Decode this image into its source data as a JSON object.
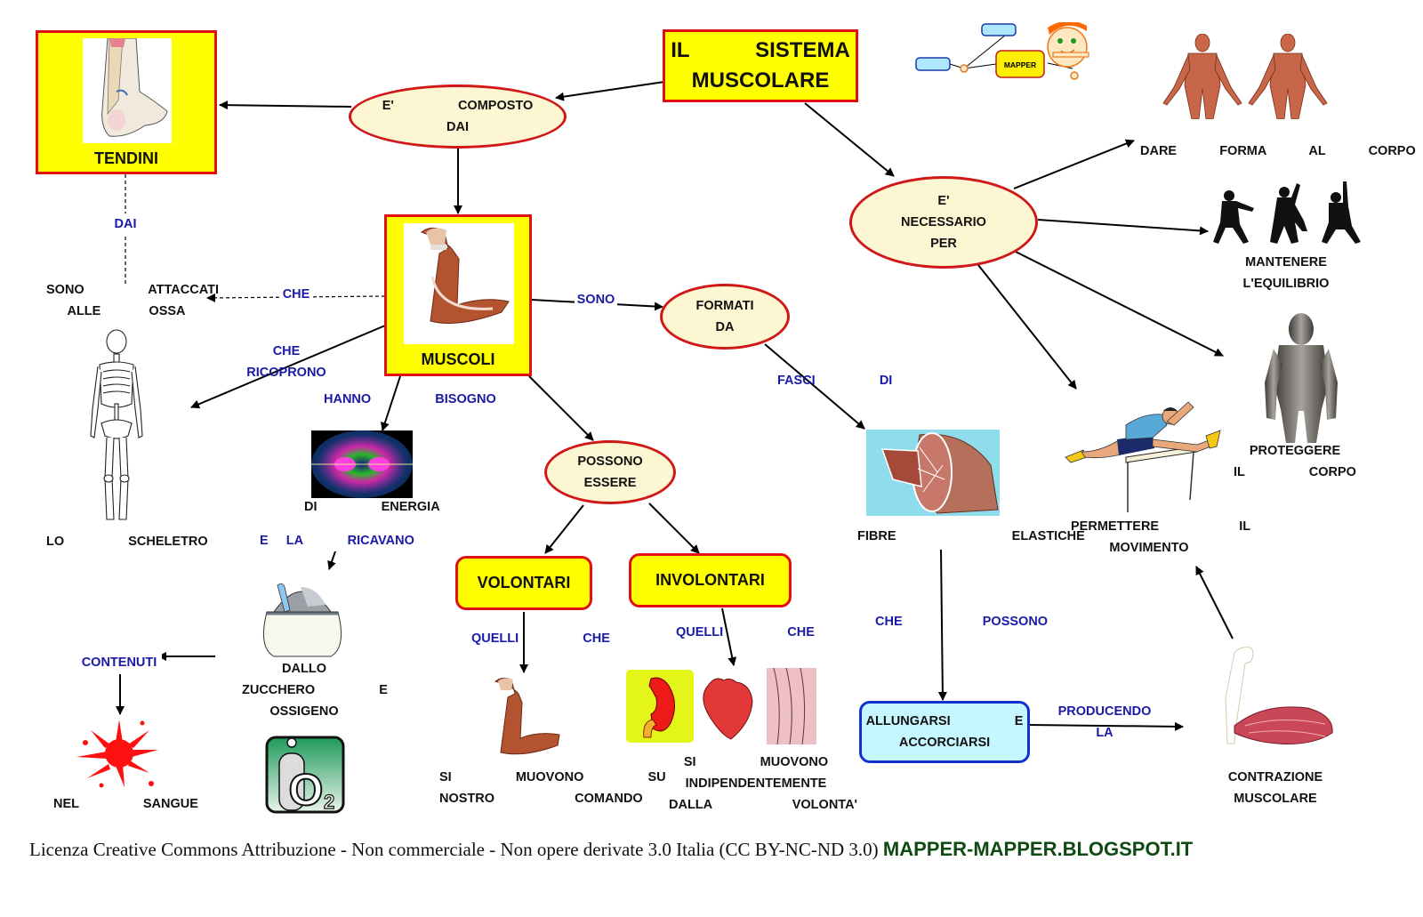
{
  "title": {
    "line1": "IL   SISTEMA",
    "line2": "MUSCOLARE"
  },
  "logo": {
    "text": "MAPPER"
  },
  "nodes": {
    "tendini": "TENDINI",
    "muscoli": "MUSCOLI",
    "composto": "E'    COMPOSTO\nDAI",
    "necessario": "E'\nNECESSARIO\nPER",
    "formati": "FORMATI\nDA",
    "possono": "POSSONO\nESSERE",
    "volontari": "VOLONTARI",
    "involontari": "INVOLONTARI",
    "allungarsi": "ALLUNGARSI    E\nACCORCIARSI",
    "attaccati": "SONO    ATTACCATI\nALLE   OSSA",
    "scheletro": "LO    SCHELETRO",
    "energia": "DI    ENERGIA",
    "zucchero": "DALLO\nZUCCHERO    E\nOSSIGENO",
    "sangue": "NEL    SANGUE",
    "comando": "SI    MUOVONO    SU\nNOSTRO     COMANDO",
    "volonta": "SI    MUOVONO\nINDIPENDENTEMENTE\nDALLA     VOLONTA'",
    "fibre": "FIBRE     ELASTICHE",
    "forma": "DARE    FORMA    AL    CORPO",
    "equilibrio": "MANTENERE\nL'EQUILIBRIO",
    "proteggere": "PROTEGGERE\nIL    CORPO",
    "movimento": "PERMETTERE     IL\nMOVIMENTO",
    "contrazione": "CONTRAZIONE\nMUSCOLARE"
  },
  "links": {
    "dai": "DAI",
    "che": "CHE",
    "che_ricoprono": "CHE\nRICOPRONO",
    "hanno_bisogno": "HANNO    BISOGNO",
    "sono": "SONO",
    "fasci_di": "FASCI    DI",
    "e_la_ricavano": "E  LA     RICAVANO",
    "contenuti": "CONTENUTI",
    "quelli_che_1": "QUELLI    CHE",
    "quelli_che_2": "QUELLI    CHE",
    "che_possono": "CHE     POSSONO",
    "producendo_la": "PRODUCENDO\nLA"
  },
  "images": {
    "tendon": "ankle-tendon-image",
    "arm": "muscular-arm-image",
    "skeleton": "skeleton-image",
    "energy": "energy-burst-image",
    "sugar": "sugar-bowl-image",
    "blood": "blood-splatter-image",
    "oxygen": "oxygen-tank-image",
    "organs": "stomach-heart-muscle-image",
    "fiber": "muscle-fiber-image",
    "anatomy": "body-anatomy-image",
    "balance": "squatting-figures-image",
    "armor": "armor-image",
    "hurdler": "hurdler-image",
    "contraction": "contracted-arm-image"
  },
  "colors": {
    "box_fill": "#ffff00",
    "border_red": "#e01010",
    "ellipse_fill": "#fdf6d2",
    "link_blue": "#1a1aa6",
    "cyan_box": "#c6f6ff",
    "footer_green": "#0f4a12"
  },
  "footer": {
    "license": "Licenza Creative Commons Attribuzione - Non commerciale - Non opere derivate 3.0 Italia (CC BY-NC-ND 3.0)",
    "site": "MAPPER-MAPPER.BLOGSPOT.IT"
  }
}
